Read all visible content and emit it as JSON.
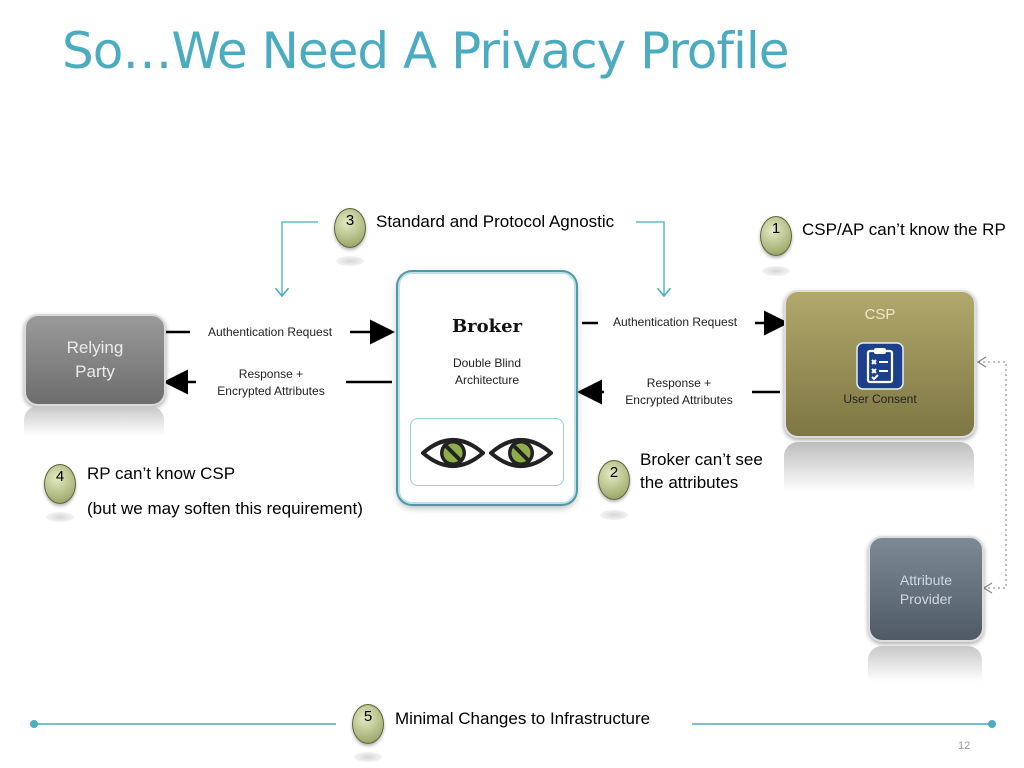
{
  "slide": {
    "title": "So…We Need A Privacy Profile",
    "page_number": "12"
  },
  "relying_party": {
    "label_line1": "Relying",
    "label_line2": "Party"
  },
  "broker": {
    "title": "Broker",
    "subtitle_line1": "Double Blind",
    "subtitle_line2": "Architecture",
    "icons": [
      "blind-eye-icon",
      "blind-eye-icon"
    ]
  },
  "csp": {
    "title": "CSP",
    "consent_label": "User Consent",
    "icon": "clipboard-checklist-icon"
  },
  "attribute_provider": {
    "label_line1": "Attribute",
    "label_line2": "Provider"
  },
  "flows": {
    "left_request": "Authentication Request",
    "left_response_line1": "Response +",
    "left_response_line2": "Encrypted Attributes",
    "right_request": "Authentication Request",
    "right_response_line1": "Response +",
    "right_response_line2": "Encrypted Attributes"
  },
  "callouts": [
    {
      "number": "1",
      "text": "CSP/AP can’t know the RP"
    },
    {
      "number": "2",
      "text_line1": "Broker can’t see",
      "text_line2": "the attributes"
    },
    {
      "number": "3",
      "text": "Standard and Protocol Agnostic"
    },
    {
      "number": "4",
      "text_line1": "RP can’t know CSP",
      "text_line2": "(but we may soften this requirement)"
    },
    {
      "number": "5",
      "text": "Minimal Changes to Infrastructure"
    }
  ],
  "colors": {
    "title": "#4bacc0",
    "accent_line": "#4bacc0",
    "rp_box": "#7f7f7f",
    "csp_box": "#968d55",
    "ap_box": "#5f6b77",
    "badge": "#a6b177"
  }
}
